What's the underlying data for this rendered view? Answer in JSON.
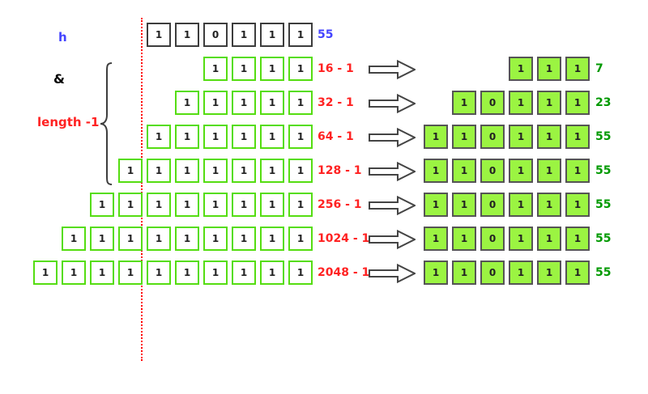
{
  "figure": {
    "title": "hash-spread-and-mask-diagram",
    "colors": {
      "divider": "#ff0000",
      "h_label": "#4444ff",
      "mask_label": "#ff2222",
      "result_label": "#009900",
      "green_outline": "#55dd11",
      "green_fill": "#9bf442",
      "dark_outline": "#3d3d3d"
    }
  },
  "left_labels": {
    "h": "h",
    "and": "&",
    "length": "length -1"
  },
  "rows": [
    {
      "id": "h-row",
      "style": "dark",
      "bits": [
        "1",
        "1",
        "0",
        "1",
        "1",
        "1"
      ],
      "label": "55",
      "label_color": "blue",
      "has_arrow": false,
      "result_bits": [],
      "result_value": ""
    },
    {
      "id": "mask-16",
      "style": "green",
      "bits": [
        "1",
        "1",
        "1",
        "1"
      ],
      "label": "16 - 1",
      "label_color": "red",
      "has_arrow": true,
      "result_bits": [
        "1",
        "1",
        "1"
      ],
      "result_value": "7"
    },
    {
      "id": "mask-32",
      "style": "green",
      "bits": [
        "1",
        "1",
        "1",
        "1",
        "1"
      ],
      "label": "32 - 1",
      "label_color": "red",
      "has_arrow": true,
      "result_bits": [
        "1",
        "0",
        "1",
        "1",
        "1"
      ],
      "result_value": "23"
    },
    {
      "id": "mask-64",
      "style": "green",
      "bits": [
        "1",
        "1",
        "1",
        "1",
        "1",
        "1"
      ],
      "label": "64 - 1",
      "label_color": "red",
      "has_arrow": true,
      "result_bits": [
        "1",
        "1",
        "0",
        "1",
        "1",
        "1"
      ],
      "result_value": "55"
    },
    {
      "id": "mask-128",
      "style": "green",
      "bits": [
        "1",
        "1",
        "1",
        "1",
        "1",
        "1",
        "1"
      ],
      "label": "128 - 1",
      "label_color": "red",
      "has_arrow": true,
      "result_bits": [
        "1",
        "1",
        "0",
        "1",
        "1",
        "1"
      ],
      "result_value": "55"
    },
    {
      "id": "mask-256",
      "style": "green",
      "bits": [
        "1",
        "1",
        "1",
        "1",
        "1",
        "1",
        "1",
        "1"
      ],
      "label": "256 - 1",
      "label_color": "red",
      "has_arrow": true,
      "result_bits": [
        "1",
        "1",
        "0",
        "1",
        "1",
        "1"
      ],
      "result_value": "55"
    },
    {
      "id": "mask-1024",
      "style": "green",
      "bits": [
        "1",
        "1",
        "1",
        "1",
        "1",
        "1",
        "1",
        "1",
        "1"
      ],
      "label": "1024 - 1",
      "label_color": "red",
      "has_arrow": true,
      "result_bits": [
        "1",
        "1",
        "0",
        "1",
        "1",
        "1"
      ],
      "result_value": "55"
    },
    {
      "id": "mask-2048",
      "style": "green",
      "bits": [
        "1",
        "1",
        "1",
        "1",
        "1",
        "1",
        "1",
        "1",
        "1",
        "1"
      ],
      "label": "2048 - 1",
      "label_color": "red",
      "has_arrow": true,
      "result_bits": [
        "1",
        "1",
        "0",
        "1",
        "1",
        "1"
      ],
      "result_value": "55"
    }
  ]
}
